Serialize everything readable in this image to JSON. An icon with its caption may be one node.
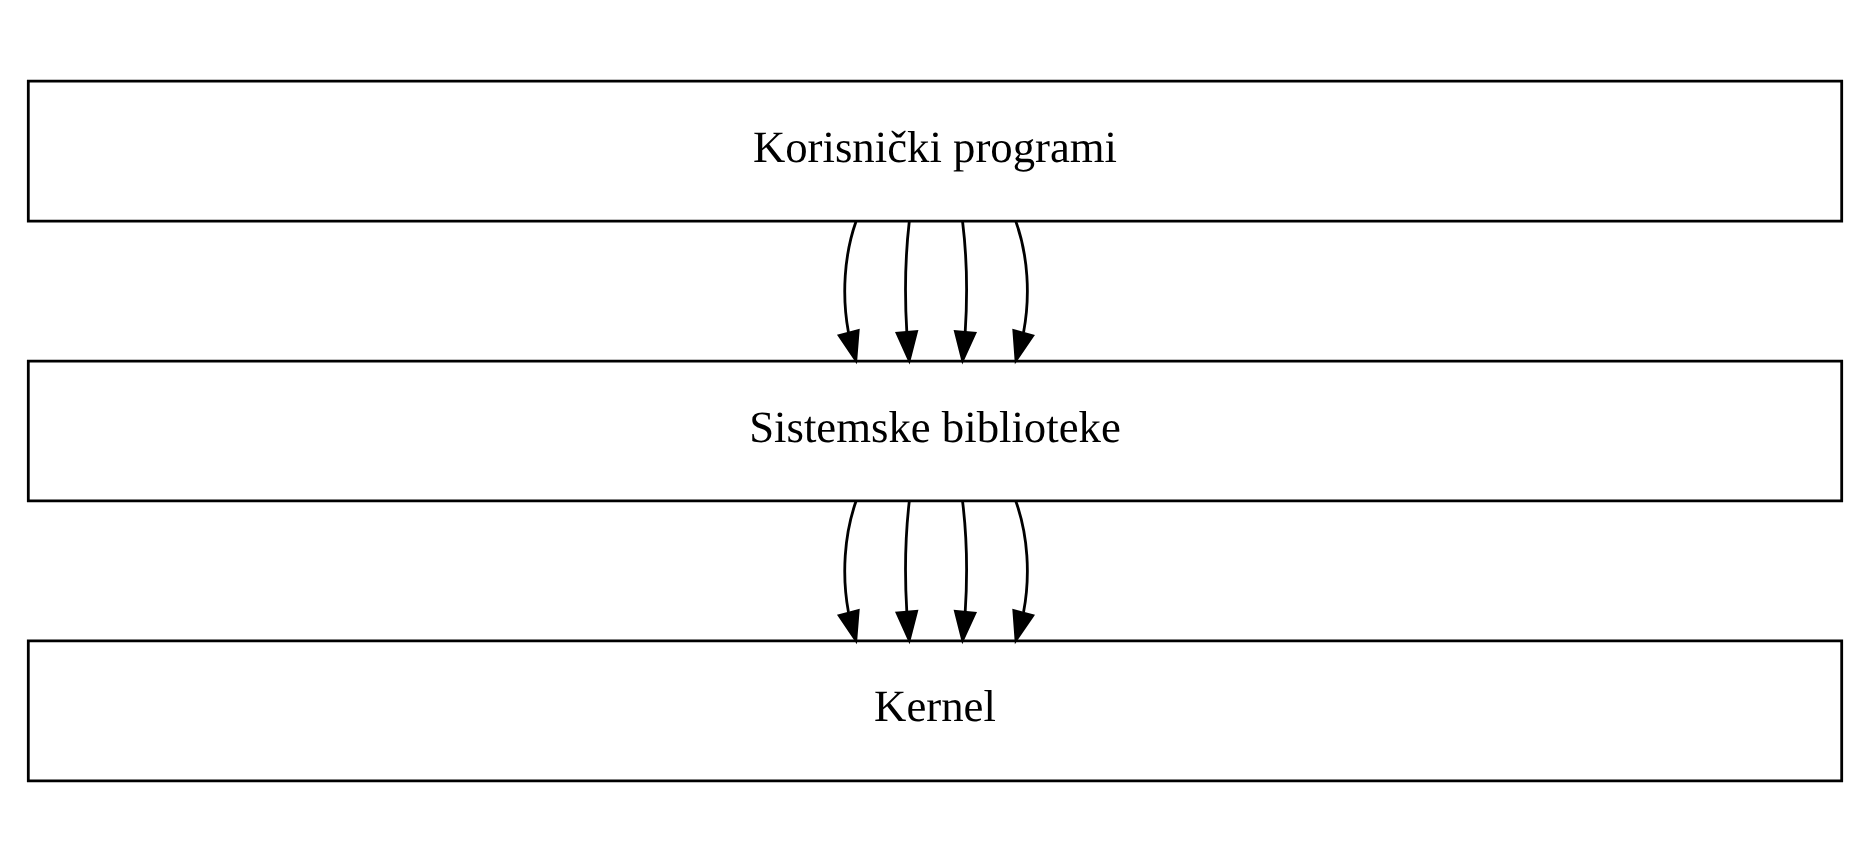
{
  "diagram": {
    "nodes": [
      {
        "text": [
          "Korisnički programi"
        ]
      },
      {
        "text": [
          "Sistemske biblioteke"
        ]
      },
      {
        "text": [
          "Kernel"
        ]
      }
    ],
    "edges": [
      {
        "from": 0,
        "to": 1,
        "arrow": "to"
      },
      {
        "from": 0,
        "to": 1,
        "arrow": "to"
      },
      {
        "from": 0,
        "to": 1,
        "arrow": "to"
      },
      {
        "from": 0,
        "to": 1,
        "arrow": "to"
      },
      {
        "from": 1,
        "to": 2,
        "arrow": "to"
      },
      {
        "from": 1,
        "to": 2,
        "arrow": "to"
      },
      {
        "from": 1,
        "to": 2,
        "arrow": "to"
      },
      {
        "from": 1,
        "to": 2,
        "arrow": "to"
      }
    ]
  }
}
